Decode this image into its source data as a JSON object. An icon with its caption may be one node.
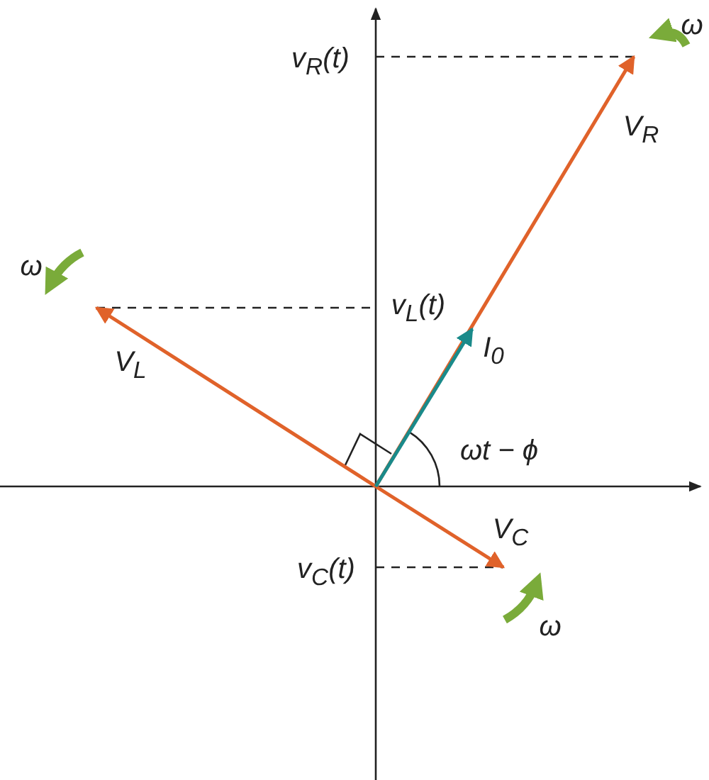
{
  "diagram": {
    "labels": [
      "v$_{R}$(t)",
      "ω",
      "V$_{R}$",
      "ω",
      "v$_{L}$(t)",
      "V$_{L}$",
      "I$_{0}$",
      "ωt − ϕ",
      "V$_{C}$",
      "v$_{C}$(t)",
      "ω"
    ]
  }
}
